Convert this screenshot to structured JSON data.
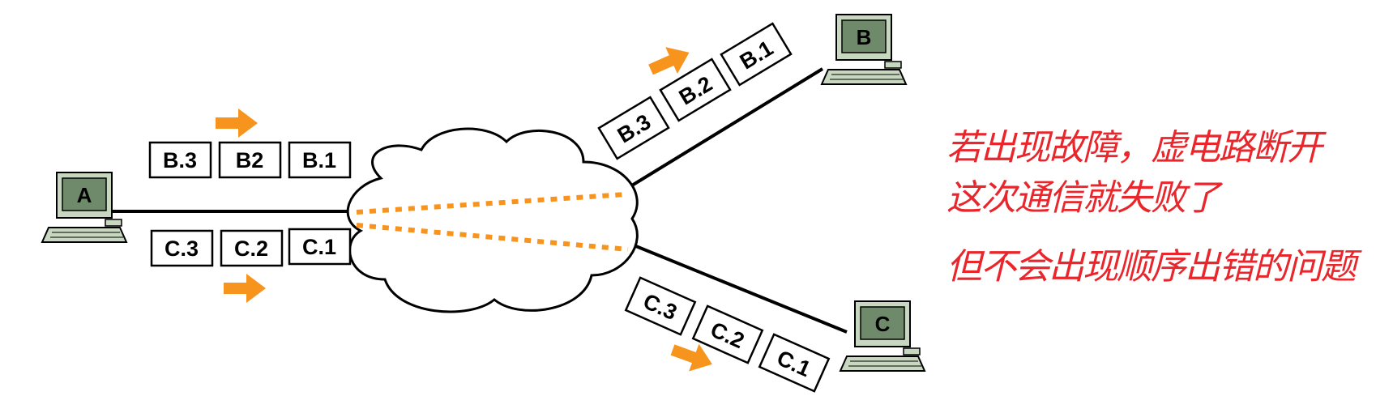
{
  "hosts": {
    "a": "A",
    "b": "B",
    "c": "C"
  },
  "packets_ab_left": [
    "B.3",
    "B2",
    "B.1"
  ],
  "packets_ac_left": [
    "C.3",
    "C.2",
    "C.1"
  ],
  "packets_b_right": [
    "B.3",
    "B.2",
    "B.1"
  ],
  "packets_c_right": [
    "C.3",
    "C.2",
    "C.1"
  ],
  "annotations": {
    "line1": "若出现故障，虚电路断开",
    "line2": "这次通信就失败了",
    "line3": "但不会出现顺序出错的问题"
  },
  "colors": {
    "arrow": "#f7941d",
    "virtual_circuit": "#f7941d",
    "annotation": "#e8262b",
    "computer_body": "#c8d8c0",
    "computer_screen": "#6f8a6a"
  }
}
